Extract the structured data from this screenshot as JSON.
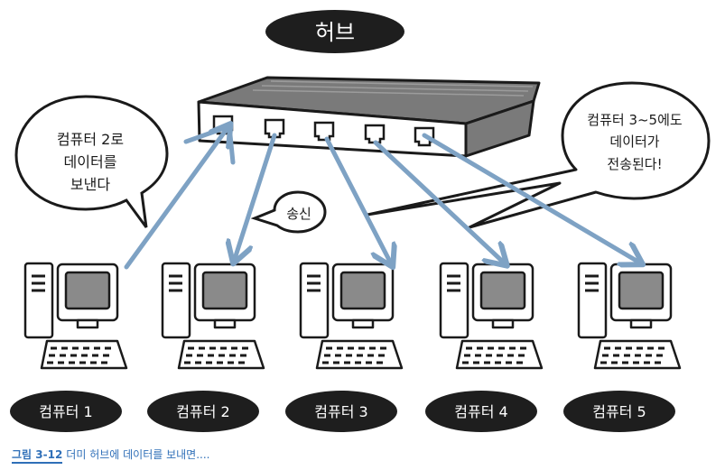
{
  "hub": {
    "label": "허브"
  },
  "bubbles": {
    "sender_line1": "컴퓨터 2로",
    "sender_line2": "데이터를",
    "sender_line3": "보낸다",
    "send_label": "송신",
    "hub_line1": "컴퓨터 3~5에도",
    "hub_line2": "데이터가",
    "hub_line3": "전송된다!"
  },
  "computers": [
    "컴퓨터 1",
    "컴퓨터 2",
    "컴퓨터 3",
    "컴퓨터 4",
    "컴퓨터 5"
  ],
  "caption": {
    "label": "그림 3-12",
    "text": "더미 허브에 데이터를 보내면...."
  },
  "colors": {
    "arrow": "#7ea2c4",
    "pill": "#1e1e1e",
    "screen": "#8a8a8a",
    "caption": "#2f6fb8"
  }
}
